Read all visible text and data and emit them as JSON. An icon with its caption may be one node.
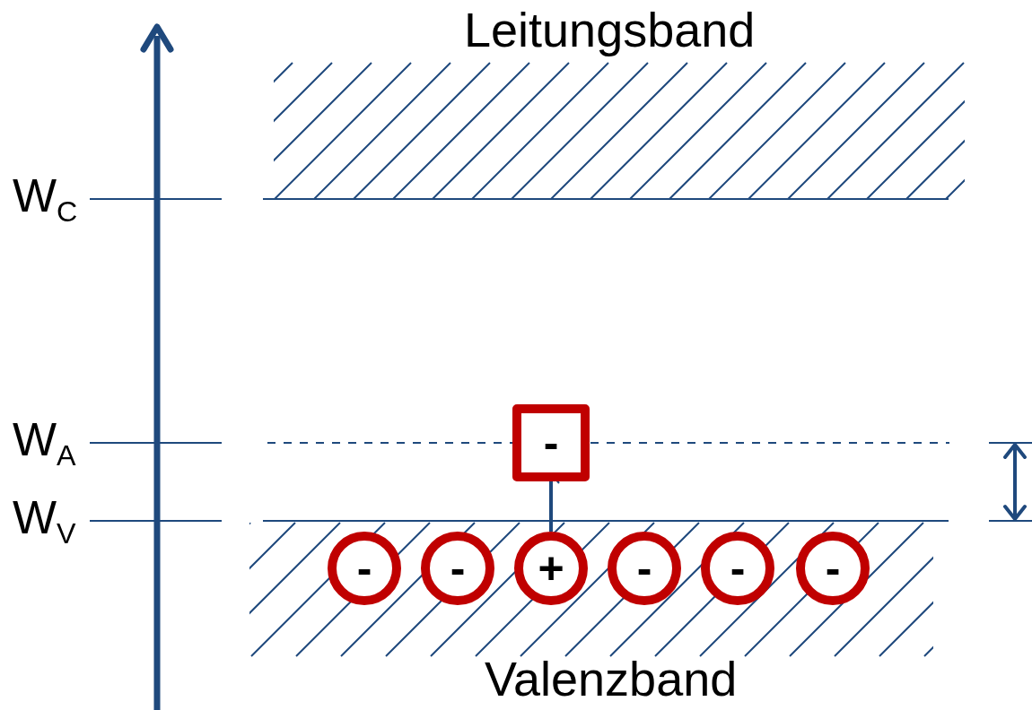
{
  "diagram": {
    "nodes": [
      {
        "text": [
          "-"
        ]
      },
      {
        "text": [
          "-"
        ]
      },
      {
        "text": [
          "-"
        ]
      },
      {
        "text": [
          "+"
        ]
      },
      {
        "text": [
          "-"
        ]
      },
      {
        "text": [
          "-"
        ]
      },
      {
        "text": [
          "-"
        ]
      }
    ],
    "edges": [
      {
        "from": 3,
        "to": 0,
        "arrow": "to"
      }
    ],
    "labels": [
      "Leitungsband",
      "W$_{C}$",
      "W$_{A}$",
      "W$_{V}$",
      "Valenzband"
    ]
  }
}
